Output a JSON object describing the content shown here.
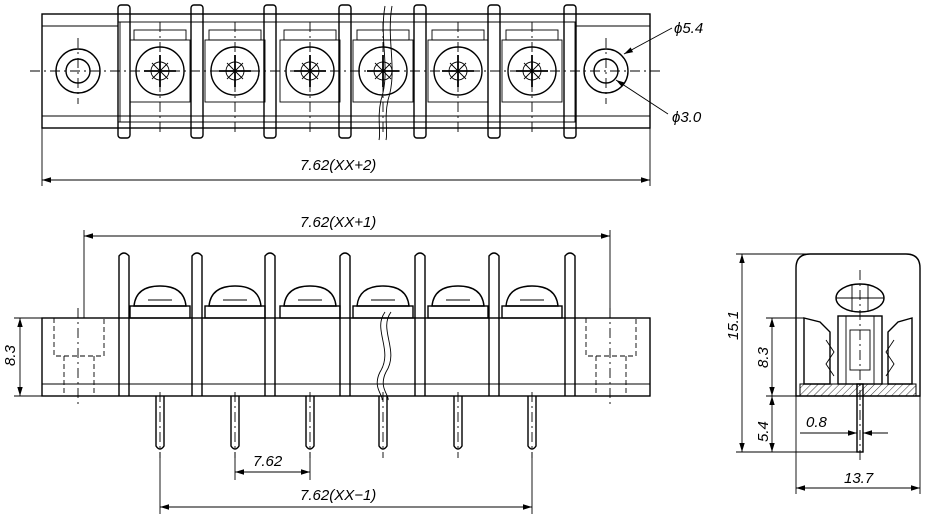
{
  "top_view": {
    "dim_hole_outer": "ϕ5.4",
    "dim_hole_inner": "ϕ3.0",
    "dim_overall_length": "7.62(XX+2)"
  },
  "front_view": {
    "dim_barrier_span": "7.62(XX+1)",
    "dim_body_height": "8.3",
    "dim_pitch": "7.62",
    "dim_pin_span": "7.62(XX−1)"
  },
  "side_view": {
    "dim_total_height": "15.1",
    "dim_body_height": "8.3",
    "dim_pin_length": "5.4",
    "dim_pin_thickness": "0.8",
    "dim_depth": "13.7"
  }
}
